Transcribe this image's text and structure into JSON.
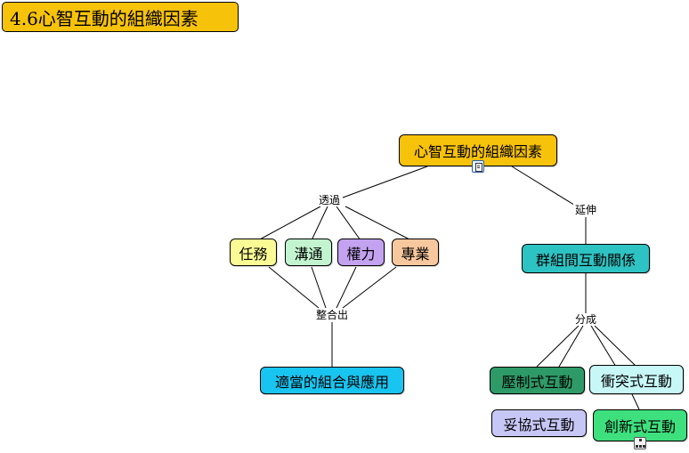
{
  "title": "4.6心智互動的組織因素",
  "nodes": {
    "root": "心智互動的組織因素",
    "task": "任務",
    "comm": "溝通",
    "power": "權力",
    "expert": "專業",
    "result": "適當的組合與應用",
    "group": "群組間互動關係",
    "suppress": "壓制式互動",
    "conflict": "衝突式互動",
    "compromise": "妥協式互動",
    "innovate": "創新式互動"
  },
  "labels": {
    "through": "透過",
    "extend": "延伸",
    "integrate": "整合出",
    "divide": "分成"
  },
  "icons": {
    "root_note": "note-icon",
    "innovate_map": "concept-map-icon"
  },
  "colors": {
    "root": "#f7c20a",
    "task": "#fbfb96",
    "comm": "#c2f5cf",
    "power": "#c3a2f0",
    "expert": "#f7c79e",
    "result": "#18c4f0",
    "group": "#2ec3c3",
    "suppress": "#2e9a68",
    "conflict": "#c8f7f7",
    "compromise": "#c7c7f7",
    "innovate": "#3ee07e"
  }
}
